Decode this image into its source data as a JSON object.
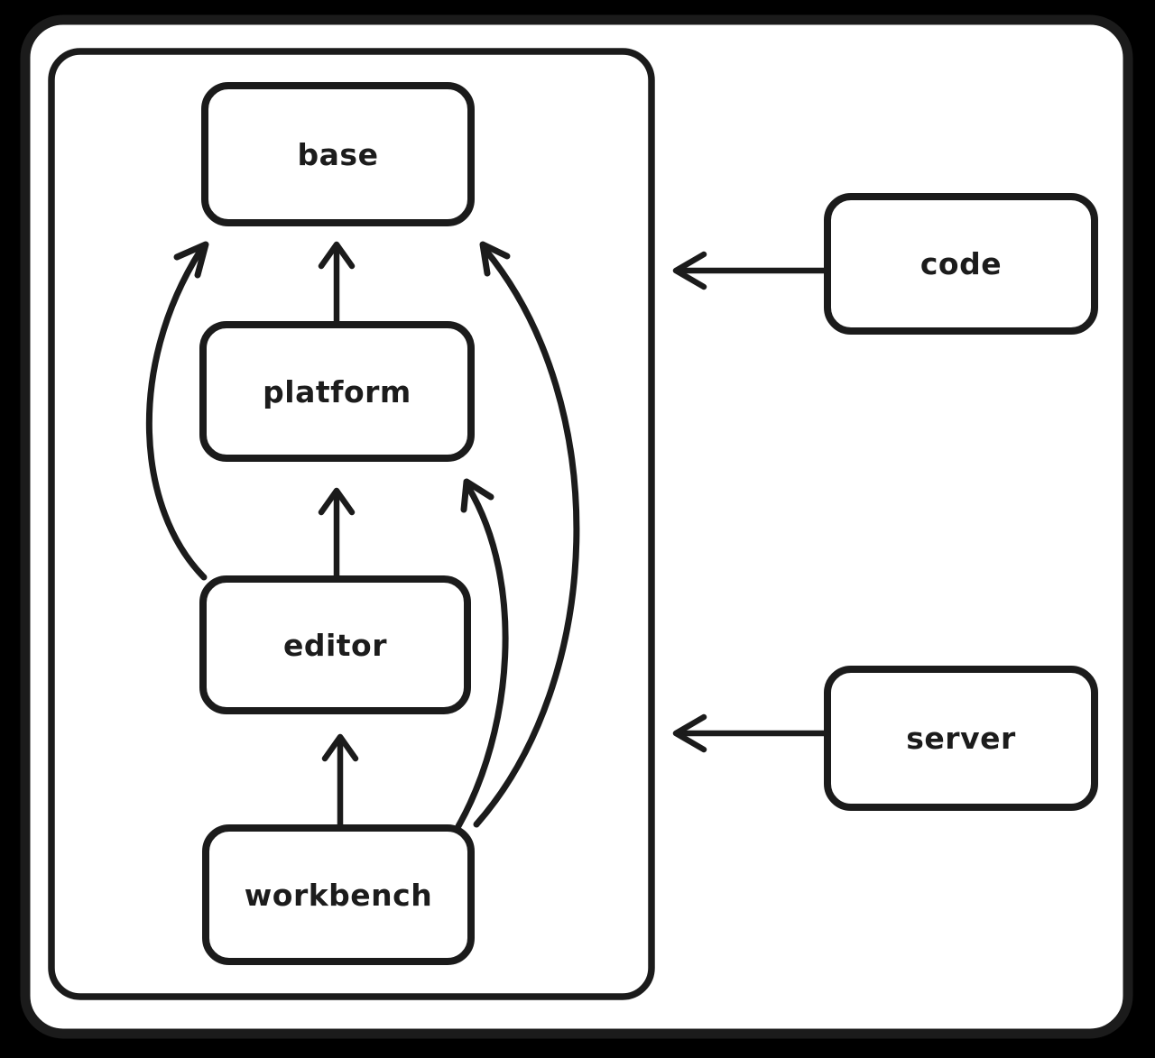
{
  "diagram": {
    "style": "hand-drawn whiteboard (excalidraw-like)",
    "colors": {
      "page_background": "#000000",
      "canvas_fill": "#ffffff",
      "ink": "#1b1b1b"
    },
    "group": {
      "id": "modules-group",
      "label": ""
    },
    "nodes": [
      {
        "id": "base",
        "label": "base",
        "inside_group": true
      },
      {
        "id": "platform",
        "label": "platform",
        "inside_group": true
      },
      {
        "id": "editor",
        "label": "editor",
        "inside_group": true
      },
      {
        "id": "workbench",
        "label": "workbench",
        "inside_group": true
      },
      {
        "id": "code",
        "label": "code",
        "inside_group": false
      },
      {
        "id": "server",
        "label": "server",
        "inside_group": false
      }
    ],
    "edges": [
      {
        "from": "platform",
        "to": "base",
        "shape": "straight-up"
      },
      {
        "from": "editor",
        "to": "platform",
        "shape": "straight-up"
      },
      {
        "from": "workbench",
        "to": "editor",
        "shape": "straight-up"
      },
      {
        "from": "editor",
        "to": "base",
        "shape": "curved-left"
      },
      {
        "from": "workbench",
        "to": "platform",
        "shape": "curved-right"
      },
      {
        "from": "workbench",
        "to": "base",
        "shape": "curved-right-outer"
      },
      {
        "from": "code",
        "to": "modules-group",
        "shape": "straight-left"
      },
      {
        "from": "server",
        "to": "modules-group",
        "shape": "straight-left"
      }
    ]
  }
}
